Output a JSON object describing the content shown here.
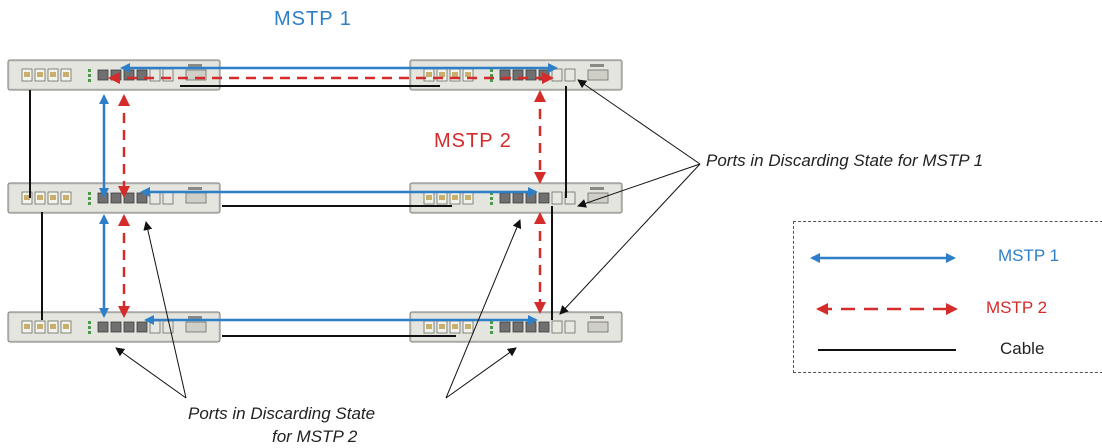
{
  "title_mstp1": "MSTP 1",
  "label_mstp2": "MSTP 2",
  "callout_mstp1": "Ports in Discarding State for MSTP 1",
  "callout_mstp2": {
    "line1": "Ports in Discarding State",
    "line2": "for MSTP 2"
  },
  "legend": {
    "items": [
      {
        "label": "MSTP 1",
        "color": "#2e7fc8",
        "style": "solid-double-arrow"
      },
      {
        "label": "MSTP 2",
        "color": "#d42b2b",
        "style": "dashed-double-arrow"
      },
      {
        "label": "Cable",
        "color": "#111111",
        "style": "solid-line"
      }
    ]
  },
  "colors": {
    "mstp1": "#2e7fc8",
    "mstp2": "#d42b2b",
    "cable": "#111111",
    "switch_body": "#d9dad4"
  }
}
